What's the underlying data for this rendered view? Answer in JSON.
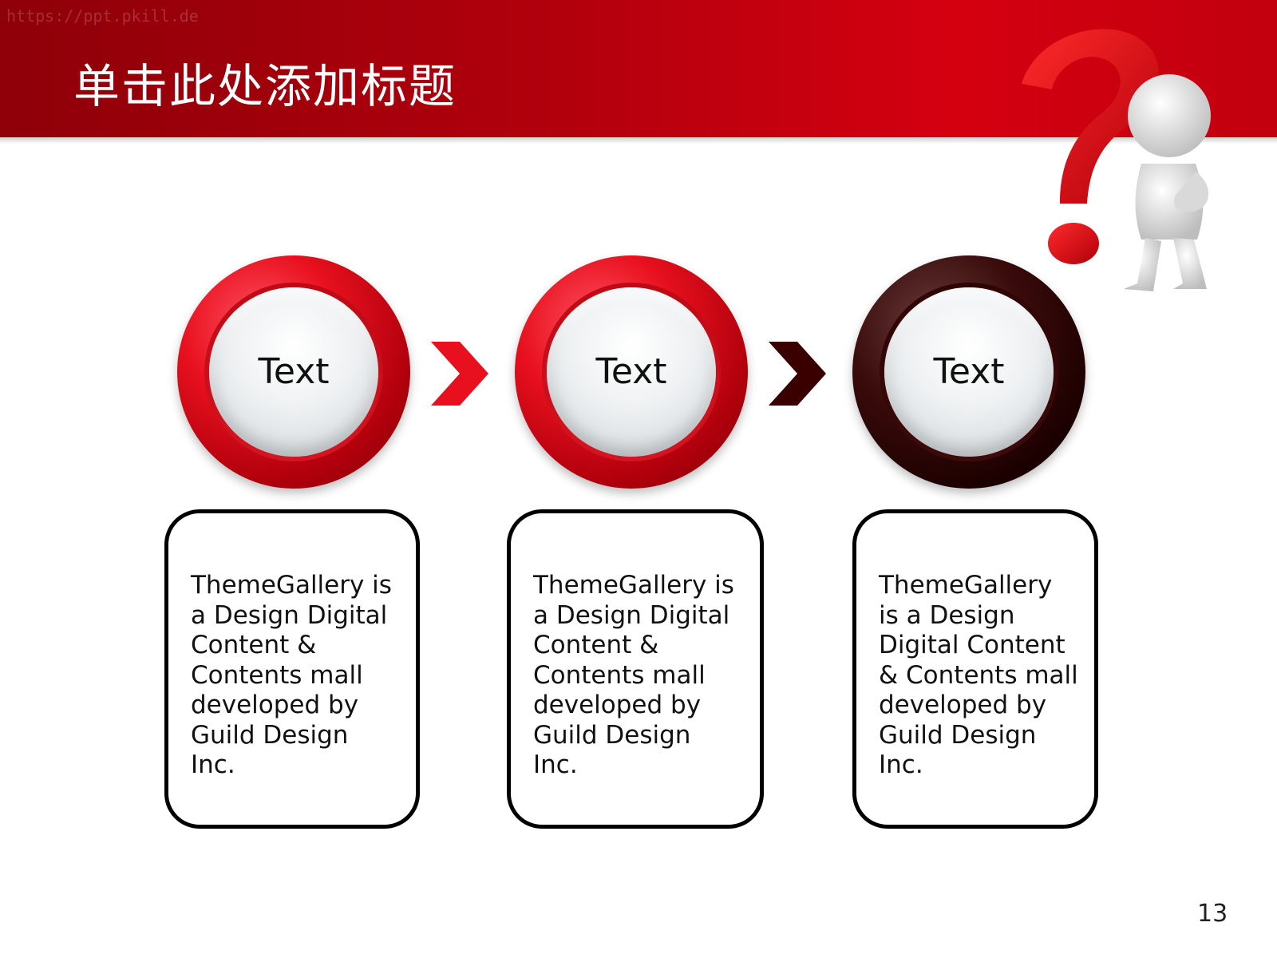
{
  "header": {
    "watermark_url": "https://ppt.pkill.de",
    "title": "单击此处添加标题"
  },
  "steps": [
    {
      "label": "Text",
      "ring_color": "red"
    },
    {
      "label": "Text",
      "ring_color": "red"
    },
    {
      "label": "Text",
      "ring_color": "dark"
    }
  ],
  "boxes": [
    {
      "lines": [
        "ThemeGallery is",
        "a Design Digital",
        "Content &",
        "Contents mall",
        "developed by",
        "Guild Design",
        "Inc."
      ]
    },
    {
      "lines": [
        "ThemeGallery is",
        "a Design Digital",
        "Content &",
        "Contents mall",
        "developed by",
        "Guild Design",
        "Inc."
      ]
    },
    {
      "lines": [
        "ThemeGallery",
        "is a Design",
        "Digital Content",
        "& Contents mall",
        "developed by",
        "Guild Design",
        "Inc."
      ]
    }
  ],
  "footer": {
    "page_number": "13"
  },
  "colors": {
    "header_red": "#c2000e",
    "arrow_red": "#e8101e",
    "arrow_dark": "#3a0000",
    "ring_dark": "#1c0000"
  },
  "icons": {
    "figure": "question-mark-thinking-person-icon",
    "arrow": "chevron-right-icon"
  }
}
